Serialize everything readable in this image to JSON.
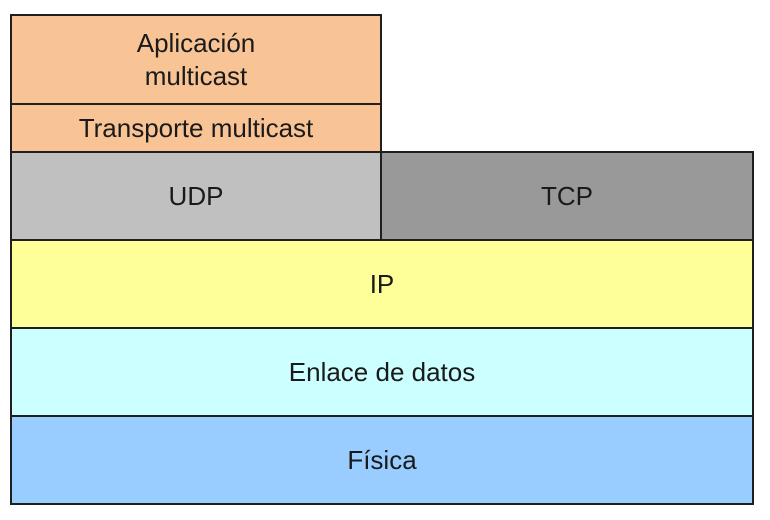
{
  "diagram": {
    "layers": {
      "application": {
        "label": "Aplicación\nmulticast",
        "color": "#f8c495"
      },
      "transport": {
        "label": "Transporte multicast",
        "color": "#f8c495"
      },
      "udp": {
        "label": "UDP",
        "color": "#c0c0c0"
      },
      "tcp": {
        "label": "TCP",
        "color": "#999999"
      },
      "ip": {
        "label": "IP",
        "color": "#ffff99"
      },
      "link": {
        "label": "Enlace de datos",
        "color": "#ccffff"
      },
      "physical": {
        "label": "Física",
        "color": "#99ccff"
      }
    }
  }
}
